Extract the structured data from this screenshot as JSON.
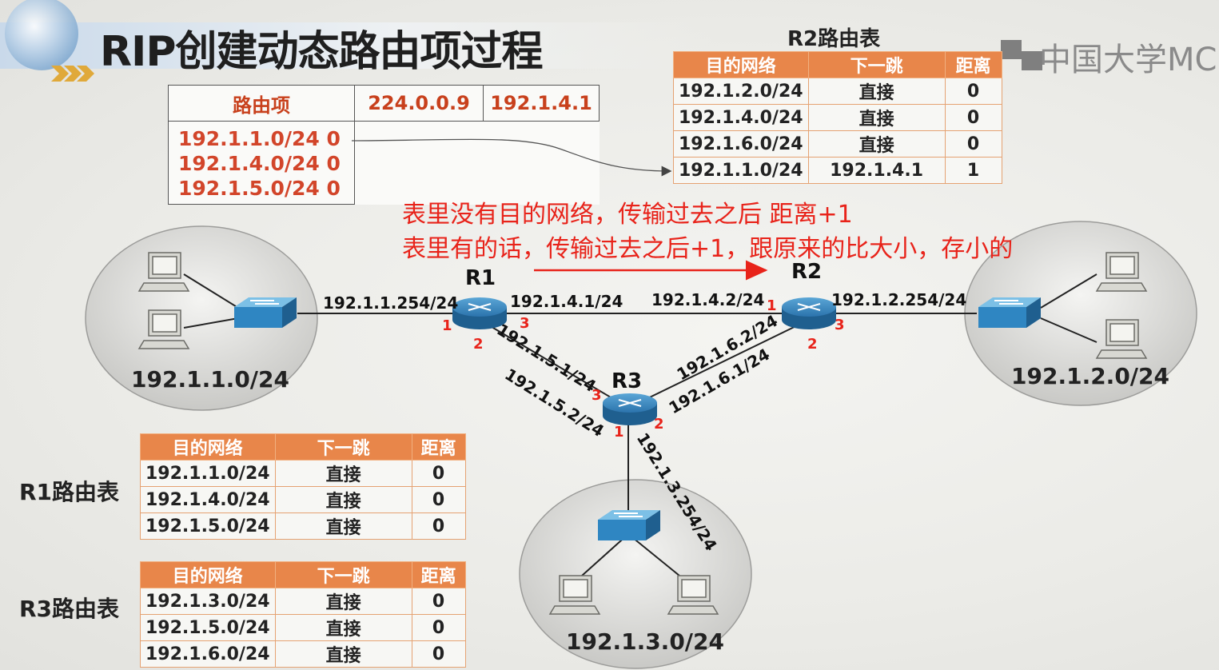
{
  "title": "RIP创建动态路由项过程",
  "logo": "中国大学MC",
  "packet": {
    "header": [
      "路由项",
      "224.0.0.9",
      "192.1.4.1"
    ],
    "entries": [
      "192.1.1.0/24  0",
      "192.1.4.0/24  0",
      "192.1.5.0/24  0"
    ]
  },
  "notes": {
    "line1": "表里没有目的网络，传输过去之后 距离+1",
    "line2": "表里有的话，传输过去之后+1，跟原来的比大小，存小的"
  },
  "r2_table": {
    "label": "R2路由表",
    "headers": [
      "目的网络",
      "下一跳",
      "距离"
    ],
    "rows": [
      [
        "192.1.2.0/24",
        "直接",
        "0"
      ],
      [
        "192.1.4.0/24",
        "直接",
        "0"
      ],
      [
        "192.1.6.0/24",
        "直接",
        "0"
      ],
      [
        "192.1.1.0/24",
        "192.1.4.1",
        "1"
      ]
    ]
  },
  "r1_table": {
    "label": "R1路由表",
    "headers": [
      "目的网络",
      "下一跳",
      "距离"
    ],
    "rows": [
      [
        "192.1.1.0/24",
        "直接",
        "0"
      ],
      [
        "192.1.4.0/24",
        "直接",
        "0"
      ],
      [
        "192.1.5.0/24",
        "直接",
        "0"
      ]
    ]
  },
  "r3_table": {
    "label": "R3路由表",
    "headers": [
      "目的网络",
      "下一跳",
      "距离"
    ],
    "rows": [
      [
        "192.1.3.0/24",
        "直接",
        "0"
      ],
      [
        "192.1.5.0/24",
        "直接",
        "0"
      ],
      [
        "192.1.6.0/24",
        "直接",
        "0"
      ]
    ]
  },
  "topology": {
    "routers": [
      "R1",
      "R2",
      "R3"
    ],
    "lans": [
      "192.1.1.0/24",
      "192.1.2.0/24",
      "192.1.3.0/24"
    ],
    "interfaces": {
      "r1_if1": "192.1.1.254/24",
      "r1_if3": "192.1.4.1/24",
      "r1_if2": "192.1.5.1/24",
      "r2_if1": "192.1.4.2/24",
      "r2_if3": "192.1.2.254/24",
      "r2_if2": "192.1.6.2/24",
      "r3_if3": "192.1.5.2/24",
      "r3_if2": "192.1.6.1/24",
      "r3_if1": "192.1.3.254/24"
    },
    "ports": {
      "r1": [
        "1",
        "2",
        "3"
      ],
      "r2": [
        "1",
        "2",
        "3"
      ],
      "r3": [
        "1",
        "2",
        "3"
      ]
    }
  },
  "colors": {
    "accent": "#e8864a",
    "note": "#e8231a",
    "packet_text": "#d2452a"
  }
}
